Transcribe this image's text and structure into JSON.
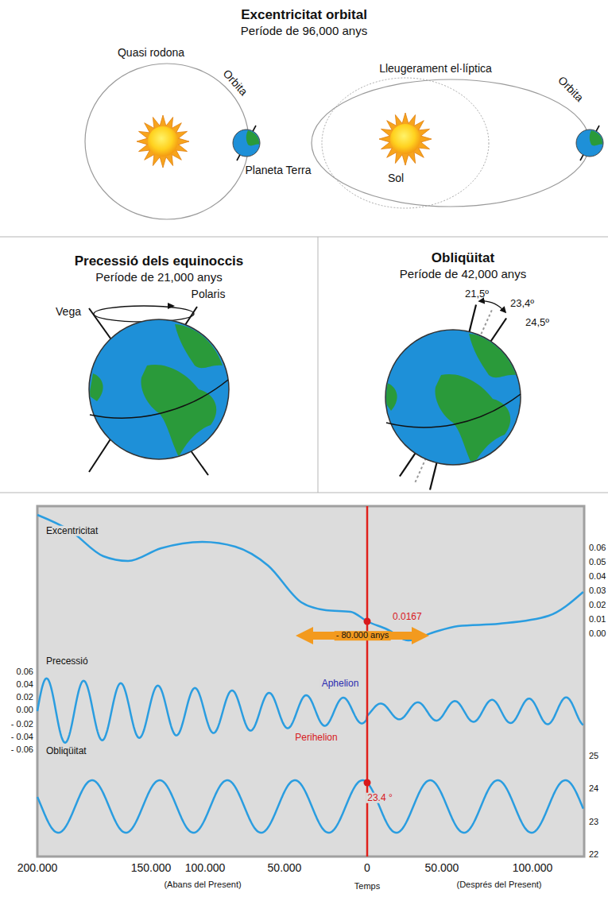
{
  "diagram": {
    "nodes": [
      {
        "text": [
          "Excentricitat orbital",
          "Període de 96,000 anys"
        ]
      },
      {
        "text": [
          "Precessió dels equinoccis",
          "Període de 21,000 anys"
        ]
      },
      {
        "text": [
          "Obliqüitat",
          "Període de 42,000 anys"
        ]
      }
    ],
    "labels": [
      "Quasi rodona",
      "Orbita",
      "Planeta Terra",
      "Lleugerament el·líptica",
      "Sol",
      "Orbita",
      "Vega",
      "Polaris",
      "21,5º",
      "23,4º",
      "24,5º",
      "Excentricitat",
      "0.06",
      "0.05",
      "0.04",
      "0.03",
      "0.02",
      "0.01",
      "0.00",
      "0.0167",
      "- 80.000 anys",
      "Precessió",
      "0.06",
      "0.04",
      "0.02",
      "0.00",
      "- 0.02",
      "- 0.04",
      "- 0.06",
      "Aphelion",
      "Perihelion",
      "Obliqüitat",
      "25",
      "24",
      "23",
      "22",
      "23.4 °",
      "200.000",
      "150.000",
      "100.000",
      "50.000",
      "0",
      "50.000",
      "100.000",
      "(Abans del Present)",
      "Temps",
      "(Després del Present)"
    ]
  }
}
